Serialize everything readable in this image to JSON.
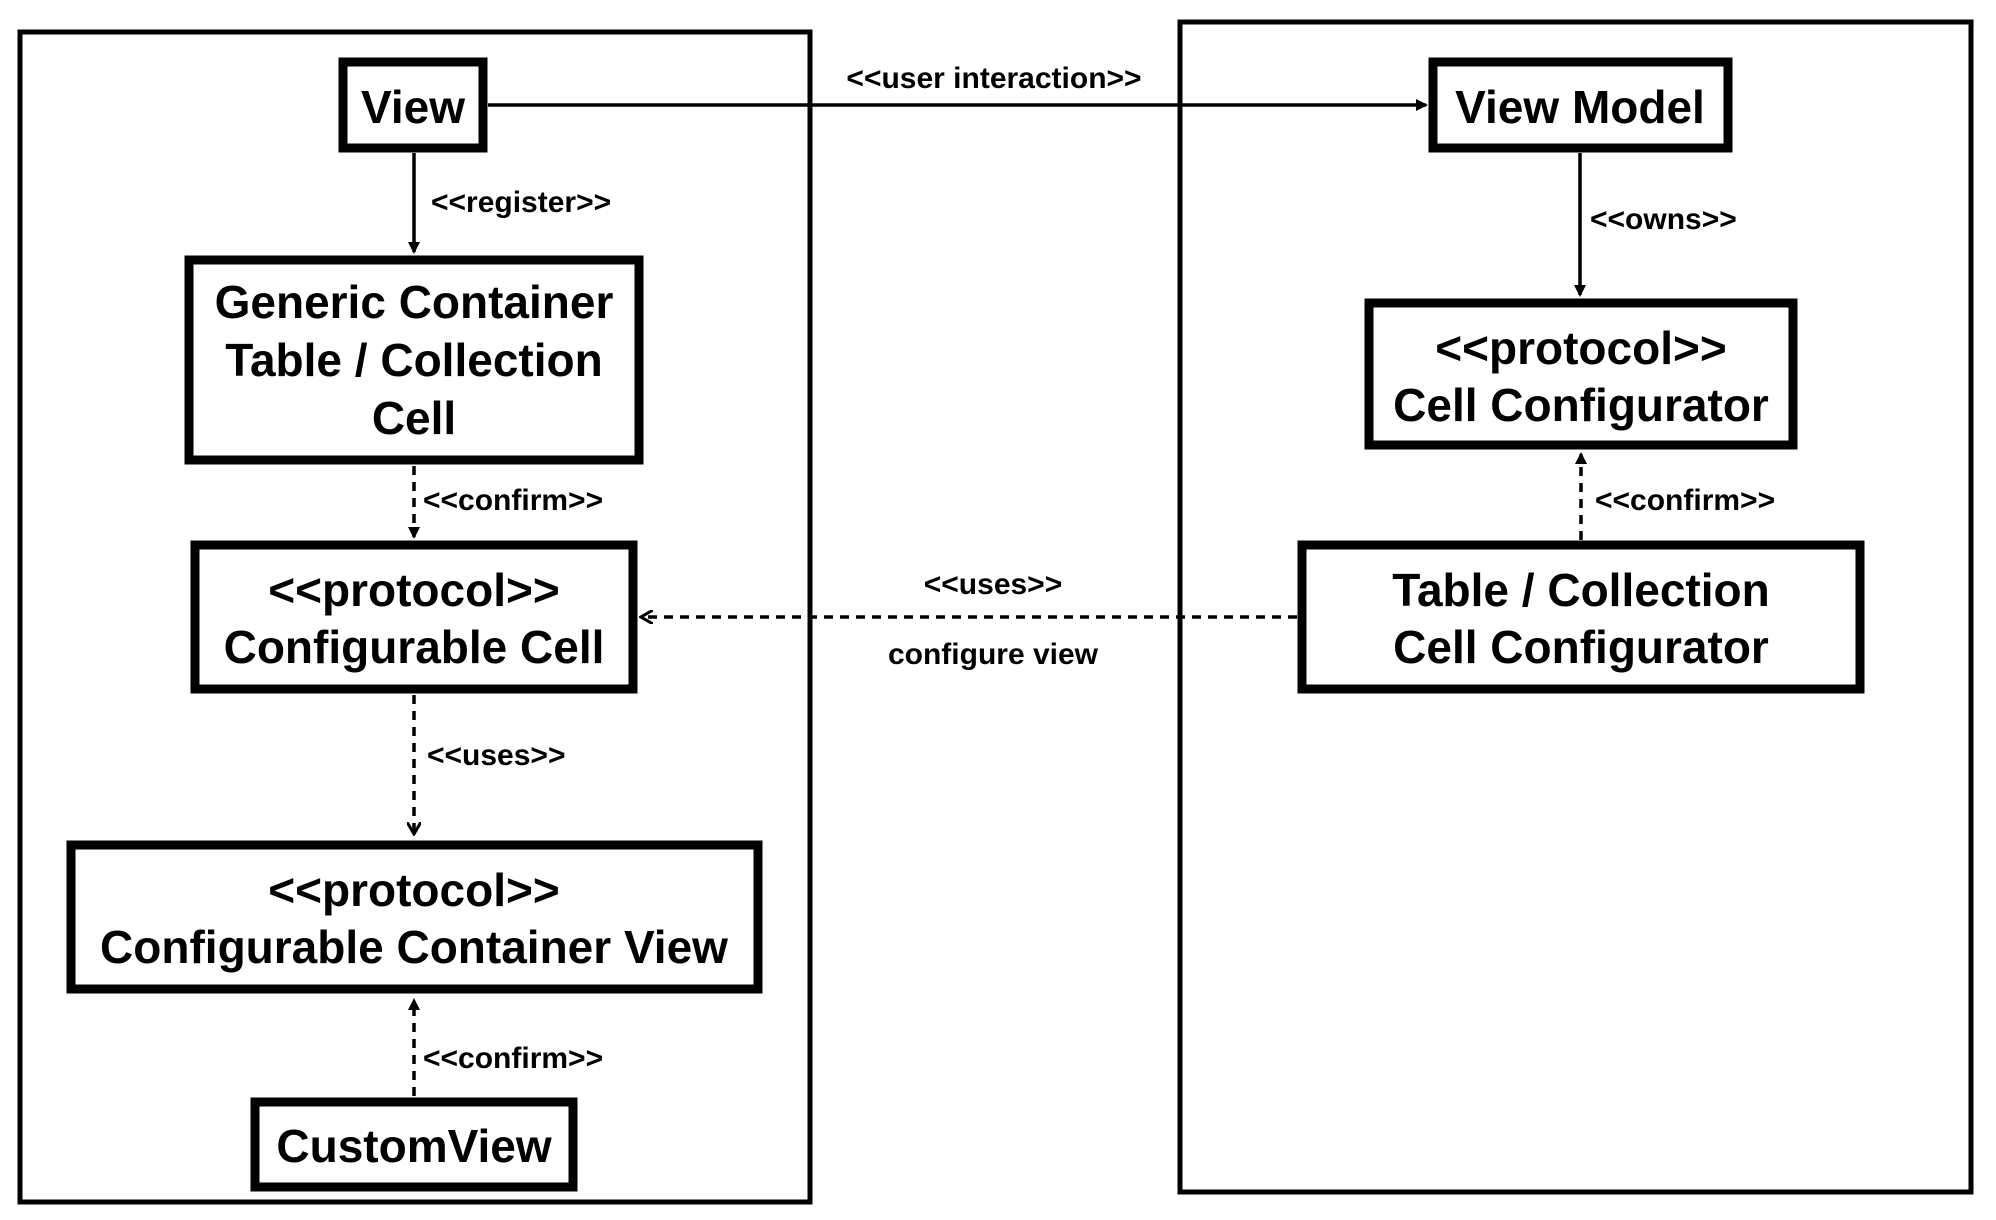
{
  "nodes": {
    "view": [
      "View"
    ],
    "generic_container_cell": [
      "Generic Container",
      "Table / Collection",
      "Cell"
    ],
    "configurable_cell": [
      "<<protocol>>",
      "Configurable Cell"
    ],
    "configurable_container_view": [
      "<<protocol>>",
      "Configurable Container View"
    ],
    "custom_view": [
      "CustomView"
    ],
    "view_model": [
      "View Model"
    ],
    "cell_configurator": [
      "<<protocol>>",
      "Cell Configurator"
    ],
    "table_collection_cell_configurator": [
      "Table / Collection",
      "Cell Configurator"
    ]
  },
  "edges": {
    "user_interaction": "<<user interaction>>",
    "register": "<<register>>",
    "confirm_generic_to_configurable": "<<confirm>>",
    "uses_configurable_to_container": "<<uses>>",
    "confirm_custom_to_container": "<<confirm>>",
    "owns": "<<owns>>",
    "confirm_table_to_cell_configurator": "<<confirm>>",
    "uses_configure_view": "<<uses>>",
    "configure_view": "configure view"
  }
}
